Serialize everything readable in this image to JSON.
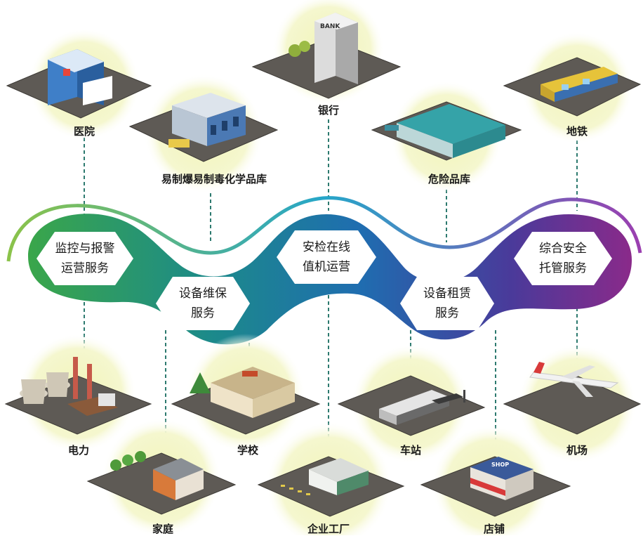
{
  "services": [
    {
      "line1": "监控与报警",
      "line2": "运营服务"
    },
    {
      "line1": "设备维保",
      "line2": "服务"
    },
    {
      "line1": "安检在线",
      "line2": "值机运营"
    },
    {
      "line1": "设备租赁",
      "line2": "服务"
    },
    {
      "line1": "综合安全",
      "line2": "托管服务"
    }
  ],
  "locations": {
    "hospital": "医院",
    "chem_warehouse": "易制爆易制毒化学品库",
    "bank": "银行",
    "hazard_warehouse": "危险品库",
    "subway": "地铁",
    "power": "电力",
    "home": "家庭",
    "school": "学校",
    "factory": "企业工厂",
    "station": "车站",
    "shop": "店铺",
    "airport": "机场"
  },
  "signs": {
    "bank": "BANK",
    "shop": "SHOP"
  },
  "colors": {
    "ribbon_start": "#2aa35a",
    "ribbon_mid": "#2a70b5",
    "ribbon_end": "#7a2a8c",
    "connector": "#2d7a6f",
    "platform": "#5e5a55",
    "halo": "#f3f5c2"
  }
}
